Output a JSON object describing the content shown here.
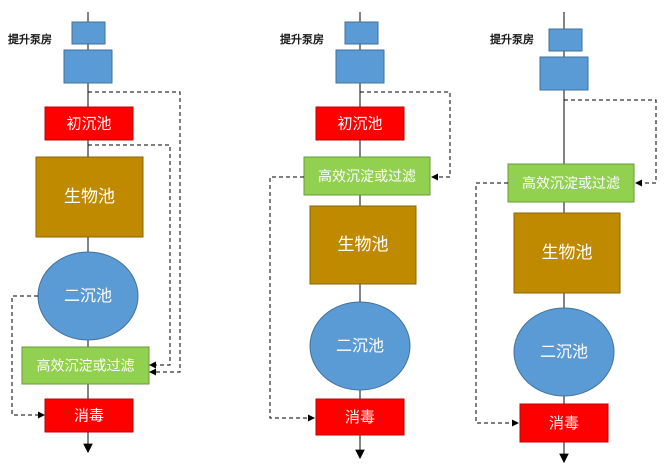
{
  "columns": [
    {
      "pump_label": "提升泵房",
      "boxes": [
        {
          "kind": "primary",
          "text": "初沉池",
          "color": "#ff0000",
          "text_color": "#ffffff"
        },
        {
          "kind": "bio",
          "text": "生物池",
          "color": "#c08a00",
          "text_color": "#ffffff"
        },
        {
          "kind": "secondary",
          "text": "二沉池",
          "color": "#5b9bd5",
          "text_color": "#ffffff"
        },
        {
          "kind": "advanced",
          "text": "高效沉淀或过滤",
          "color": "#92d050",
          "text_color": "#ffffff"
        },
        {
          "kind": "disinfect",
          "text": "消毒",
          "color": "#ff0000",
          "text_color": "#ffffff"
        }
      ]
    },
    {
      "pump_label": "提升泵房",
      "boxes": [
        {
          "kind": "primary",
          "text": "初沉池",
          "color": "#ff0000",
          "text_color": "#ffffff"
        },
        {
          "kind": "advanced",
          "text": "高效沉淀或过滤",
          "color": "#92d050",
          "text_color": "#ffffff"
        },
        {
          "kind": "bio",
          "text": "生物池",
          "color": "#c08a00",
          "text_color": "#ffffff"
        },
        {
          "kind": "secondary",
          "text": "二沉池",
          "color": "#5b9bd5",
          "text_color": "#ffffff"
        },
        {
          "kind": "disinfect",
          "text": "消毒",
          "color": "#ff0000",
          "text_color": "#ffffff"
        }
      ]
    },
    {
      "pump_label": "提升泵房",
      "boxes": [
        {
          "kind": "advanced",
          "text": "高效沉淀或过滤",
          "color": "#92d050",
          "text_color": "#ffffff"
        },
        {
          "kind": "bio",
          "text": "生物池",
          "color": "#c08a00",
          "text_color": "#ffffff"
        },
        {
          "kind": "secondary",
          "text": "二沉池",
          "color": "#5b9bd5",
          "text_color": "#ffffff"
        },
        {
          "kind": "disinfect",
          "text": "消毒",
          "color": "#ff0000",
          "text_color": "#ffffff"
        }
      ]
    }
  ],
  "pump_color": "#5b9bd5"
}
